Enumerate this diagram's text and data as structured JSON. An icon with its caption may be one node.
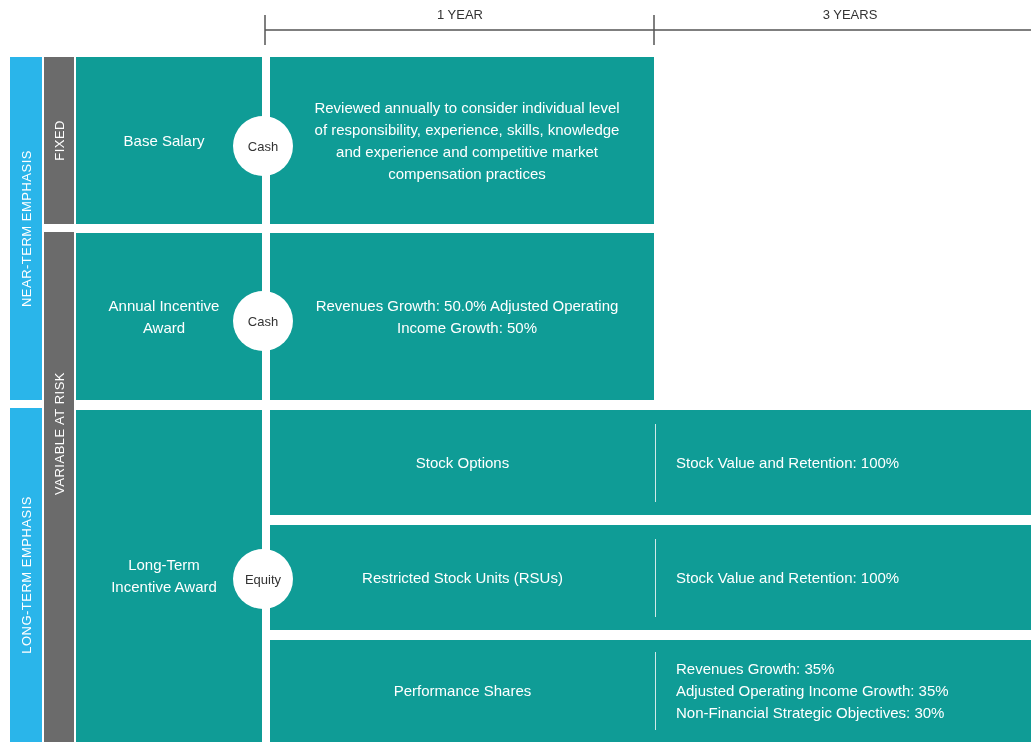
{
  "diagram": {
    "nodes": [
      {
        "text": [
          "NEAR-TERM EMPHASIS"
        ]
      },
      {
        "text": [
          "LONG-TERM EMPHASIS"
        ]
      },
      {
        "text": [
          "FIXED"
        ]
      },
      {
        "text": [
          "VARIABLE AT RISK"
        ]
      },
      {
        "text": [
          "Base Salary"
        ]
      },
      {
        "text": [
          "Cash"
        ]
      },
      {
        "text": [
          "Reviewed annually to consider individual level of responsibility, experience, skills, knowledge and experience and competitive market compensation practices"
        ]
      },
      {
        "text": [
          "Annual Incentive Award"
        ]
      },
      {
        "text": [
          "Cash"
        ]
      },
      {
        "text": [
          "Revenues Growth: 50.0% Adjusted Operating Income Growth: 50%"
        ]
      },
      {
        "text": [
          "Long-Term Incentive Award"
        ]
      },
      {
        "text": [
          "Equity"
        ]
      },
      {
        "text": [
          "Stock Options",
          "Stock Value and Retention: 100%"
        ]
      },
      {
        "text": [
          "Restricted Stock Units (RSUs)",
          "Stock Value and Retention: 100%"
        ]
      },
      {
        "text": [
          "Performance Shares",
          "Revenues Growth: 35%",
          "Adjusted Operating Income Growth: 35%",
          "Non-Financial Strategic Objectives: 30%"
        ]
      }
    ],
    "labels": [
      "1 YEAR",
      "3 YEARS"
    ]
  }
}
